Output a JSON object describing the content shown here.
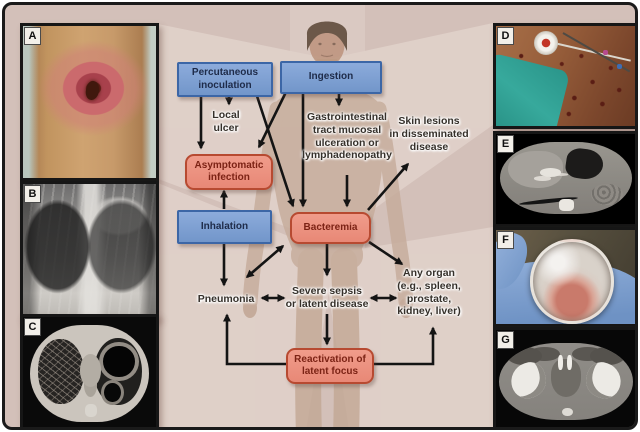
{
  "palette": {
    "canvas_bg": "#d3c0b9",
    "beam": "#e9dcd5",
    "body_skin": "#c6ac9b",
    "hair": "#54402f",
    "blue_box_bg": "#8cabdb",
    "blue_box_border": "#3c66a6",
    "blue_box_text": "#1e2b49",
    "red_box_bg": "#f09c8b",
    "red_box_border": "#b74a31",
    "red_box_text": "#7c2315",
    "label_text": "#35302a",
    "arrow": "#141414"
  },
  "panels": [
    {
      "label": "A",
      "kind": "clinical-photo-leg-ulcer"
    },
    {
      "label": "B",
      "kind": "chest-xray"
    },
    {
      "label": "C",
      "kind": "lung-ct-cavities"
    },
    {
      "label": "D",
      "kind": "clinical-photo-disseminated-skin-lesions"
    },
    {
      "label": "E",
      "kind": "abdominal-ct"
    },
    {
      "label": "F",
      "kind": "culture-bottle-in-gloved-hand"
    },
    {
      "label": "G",
      "kind": "pelvic-ct"
    }
  ],
  "flowchart": {
    "boxes": {
      "percutaneous": {
        "label": "Percutaneous\ninoculation",
        "style": "blue"
      },
      "ingestion": {
        "label": "Ingestion",
        "style": "blue"
      },
      "inhalation": {
        "label": "Inhalation",
        "style": "blue"
      },
      "asymptomatic": {
        "label": "Asymptomatic\ninfection",
        "style": "red"
      },
      "bacteremia": {
        "label": "Bacteremia",
        "style": "red"
      },
      "reactivation": {
        "label": "Reactivation of\nlatent focus",
        "style": "red"
      }
    },
    "labels": {
      "local_ulcer": "Local\nulcer",
      "gi": "Gastrointestinal\ntract mucosal\nulceration or\nlymphadenopathy",
      "skin_lesions": "Skin lesions\nin disseminated\ndisease",
      "pneumonia": "Pneumonia",
      "severe_sepsis": "Severe sepsis\nor latent disease",
      "any_organ": "Any organ\n(e.g., spleen,\nprostate,\nkidney, liver)"
    },
    "arrows": [
      {
        "from": "percutaneous",
        "to": "asymptomatic"
      },
      {
        "from": "percutaneous",
        "to": "local_ulcer"
      },
      {
        "from": "percutaneous",
        "to": "bacteremia"
      },
      {
        "from": "ingestion",
        "to": "asymptomatic"
      },
      {
        "from": "ingestion",
        "to": "bacteremia"
      },
      {
        "from": "ingestion",
        "to": "gi"
      },
      {
        "from": "gi",
        "to": "bacteremia"
      },
      {
        "from": "bacteremia",
        "to": "skin_lesions"
      },
      {
        "from": "inhalation",
        "to": "asymptomatic"
      },
      {
        "from": "inhalation",
        "to": "pneumonia"
      },
      {
        "from": "bacteremia",
        "to": "pneumonia",
        "double": true
      },
      {
        "from": "bacteremia",
        "to": "severe_sepsis"
      },
      {
        "from": "bacteremia",
        "to": "any_organ"
      },
      {
        "from": "pneumonia",
        "to": "severe_sepsis",
        "double": true
      },
      {
        "from": "severe_sepsis",
        "to": "any_organ",
        "double": true
      },
      {
        "from": "severe_sepsis",
        "to": "reactivation"
      },
      {
        "from": "reactivation",
        "to": "pneumonia"
      },
      {
        "from": "reactivation",
        "to": "any_organ"
      }
    ]
  }
}
